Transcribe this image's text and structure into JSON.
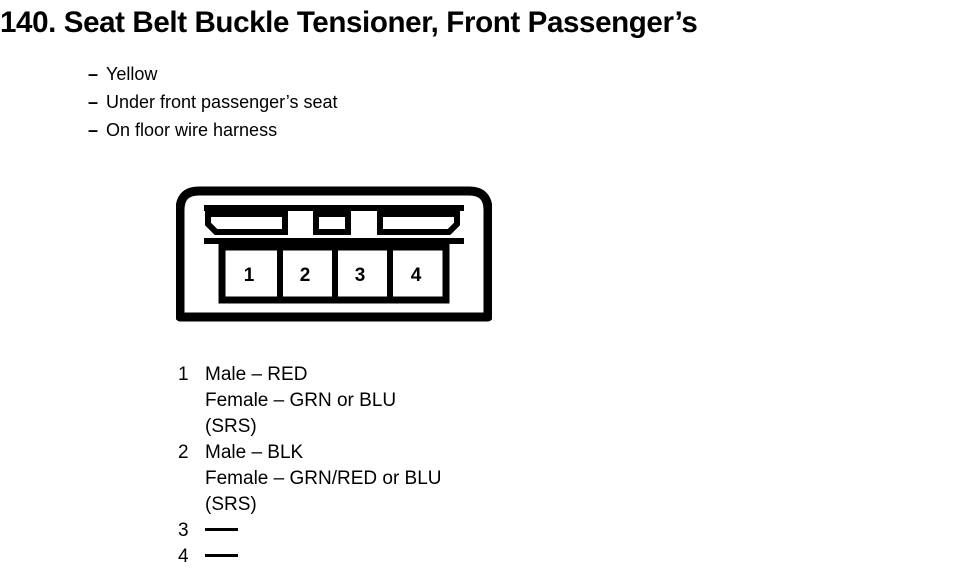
{
  "page": {
    "title": "140. Seat Belt Buckle Tensioner, Front Passenger’s",
    "item_number": "140.",
    "component_name": "Seat Belt Buckle Tensioner, Front Passenger’s",
    "background_color": "#ffffff",
    "ink_color": "#000000"
  },
  "description": {
    "dash": "–",
    "items": [
      {
        "text": "Yellow"
      },
      {
        "text": "Under front passenger’s seat"
      },
      {
        "text": "On floor wire harness"
      }
    ]
  },
  "connector": {
    "type": "4-pin rectangular connector",
    "pin_count": 4,
    "pin_labels": [
      "1",
      "2",
      "3",
      "4"
    ],
    "features": [
      "left-latch-slot",
      "center-lock-square",
      "right-latch-slot"
    ]
  },
  "pin_legend": {
    "rows": [
      {
        "number": "1",
        "lines": [
          "Male – RED",
          "Female – GRN or BLU",
          "(SRS)"
        ],
        "empty": false
      },
      {
        "number": "2",
        "lines": [
          "Male – BLK",
          "Female – GRN/RED or BLU",
          "(SRS)"
        ],
        "empty": false
      },
      {
        "number": "3",
        "lines": [],
        "empty": true
      },
      {
        "number": "4",
        "lines": [],
        "empty": true
      }
    ]
  }
}
